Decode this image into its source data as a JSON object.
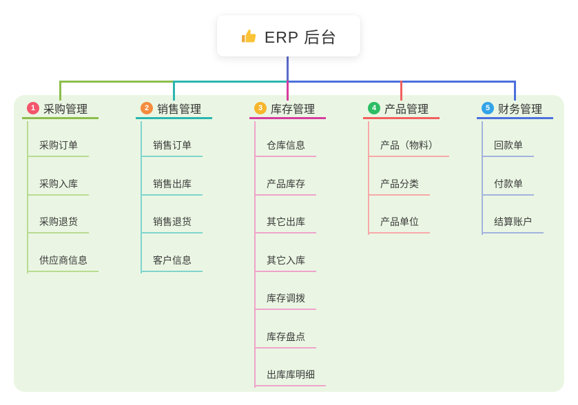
{
  "root": {
    "label": "ERP 后台",
    "icon": "thumbs-up-icon"
  },
  "colors": {
    "root_line": "#5a6ac8",
    "panel_bg": "#eaf6e3",
    "root_text": "#333333"
  },
  "branches": [
    {
      "badge": "1",
      "label": "采购管理",
      "badge_color": "#f3566b",
      "line_color": "#8cbd4c",
      "sub_line_color": "#b9db92",
      "children": [
        "采购订单",
        "采购入库",
        "采购退货",
        "供应商信息"
      ]
    },
    {
      "badge": "2",
      "label": "销售管理",
      "badge_color": "#f58b3e",
      "line_color": "#2bb6af",
      "sub_line_color": "#7fd4cd",
      "children": [
        "销售订单",
        "销售出库",
        "销售退货",
        "客户信息"
      ]
    },
    {
      "badge": "3",
      "label": "库存管理",
      "badge_color": "#f7b52c",
      "line_color": "#d63c9e",
      "sub_line_color": "#efa3cb",
      "children": [
        "仓库信息",
        "产品库存",
        "其它出库",
        "其它入库",
        "库存调拨",
        "库存盘点",
        "出库库明细"
      ]
    },
    {
      "badge": "4",
      "label": "产品管理",
      "badge_color": "#2dbd64",
      "line_color": "#f15f5f",
      "sub_line_color": "#f8a8a8",
      "children": [
        "产品（物料）",
        "产品分类",
        "产品单位"
      ]
    },
    {
      "badge": "5",
      "label": "财务管理",
      "badge_color": "#33a4e8",
      "line_color": "#4a6fdc",
      "sub_line_color": "#a3b2dd",
      "children": [
        "回款单",
        "付款单",
        "结算账户"
      ]
    }
  ]
}
